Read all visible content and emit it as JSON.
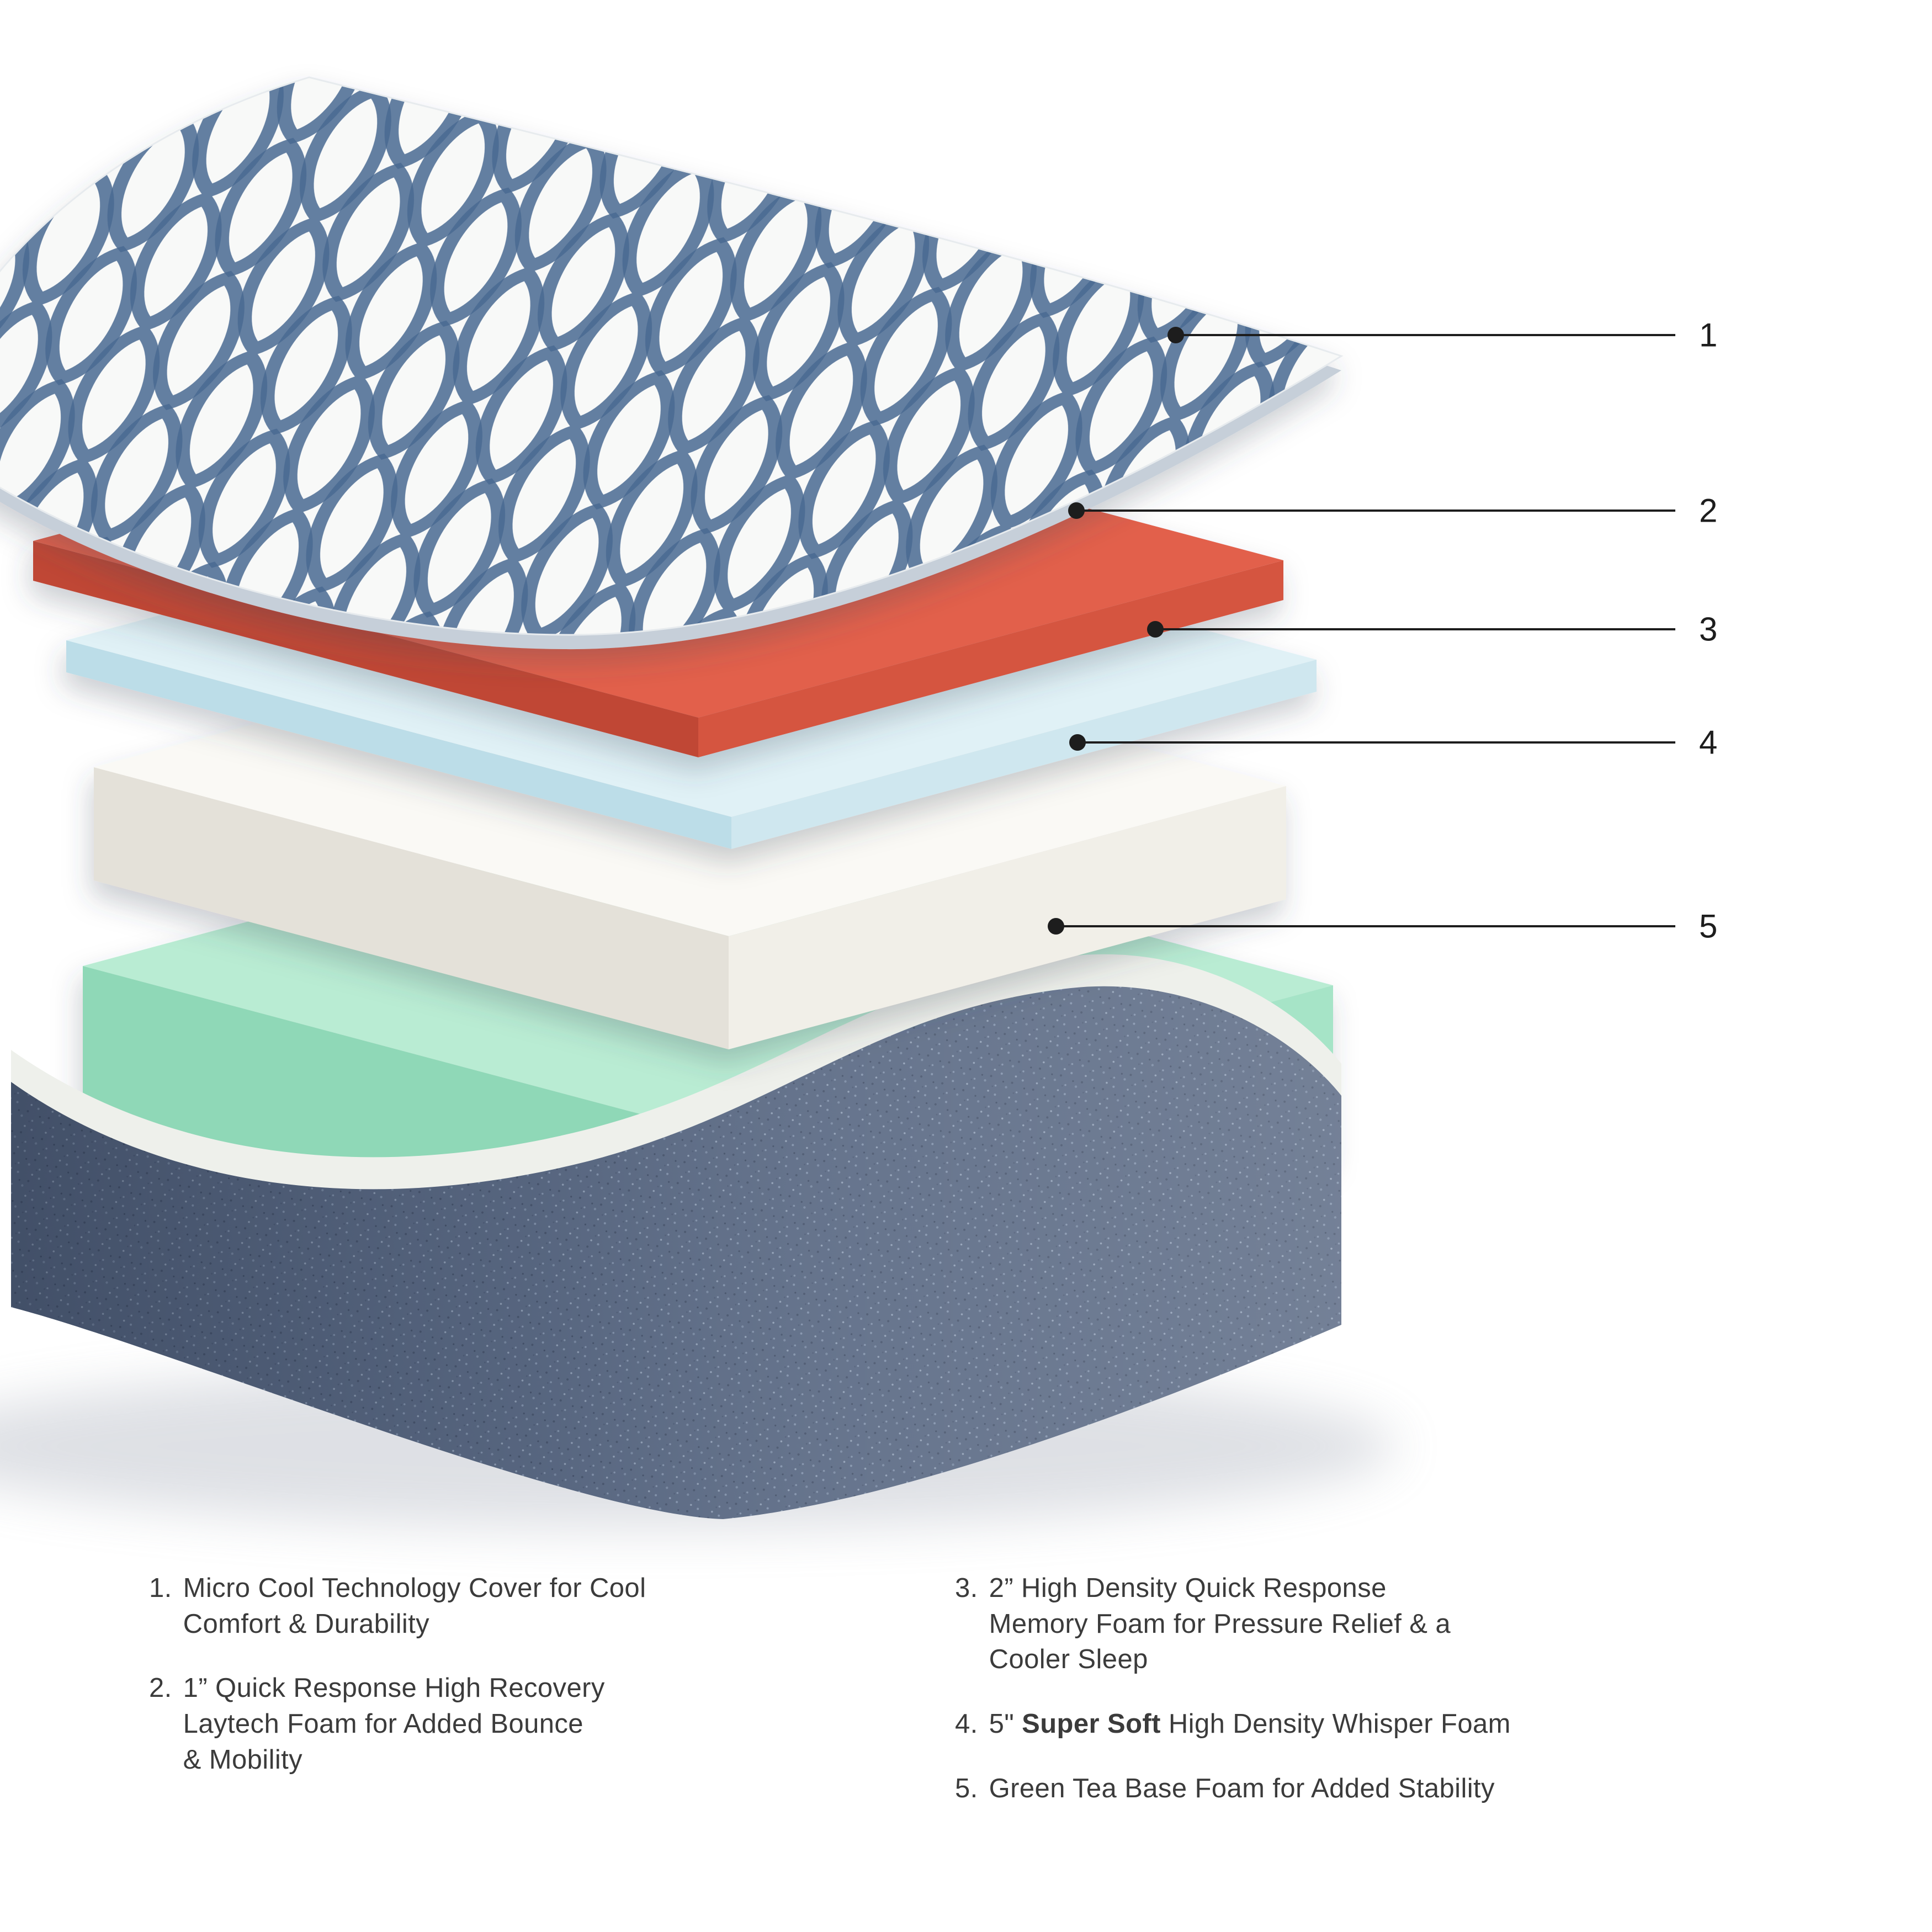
{
  "page": {
    "background": "#ffffff",
    "description": "Exploded cutaway diagram of a five-layer mattress with numbered callouts"
  },
  "diagram": {
    "type": "exploded-mattress-layers",
    "callouts": [
      {
        "number": "1"
      },
      {
        "number": "2"
      },
      {
        "number": "3"
      },
      {
        "number": "4"
      },
      {
        "number": "5"
      }
    ],
    "layers": [
      {
        "number": "1",
        "name": "Micro Cool Technology Cover"
      },
      {
        "number": "2",
        "name": "Quick Response High Recovery Laytech Foam"
      },
      {
        "number": "3",
        "name": "High Density Quick Response Memory Foam"
      },
      {
        "number": "4",
        "name": "Super Soft High Density Whisper Foam"
      },
      {
        "number": "5",
        "name": "Green Tea Base Foam"
      }
    ],
    "colors": {
      "cover_pattern_blue": "#4a6a92",
      "cover_white": "#f8f9f8",
      "laytech_red": "#e2614b",
      "memory_foam_blue": "#e0f1f6",
      "whisper_foam_white": "#faf9f5",
      "green_tea_foam": "#b9ecd3",
      "base_denim": "#5d6c86",
      "base_liner_white": "#eef0eb",
      "callout_black": "#1d1d1d",
      "legend_text_gray": "#3b3b3b"
    }
  },
  "legend": {
    "items_left": [
      {
        "number": "1.",
        "text": "Micro Cool Technology Cover for Cool\nComfort & Durability"
      },
      {
        "number": "2.",
        "text": "1” Quick Response High Recovery\nLaytech Foam for Added Bounce\n& Mobility"
      }
    ],
    "items_right": [
      {
        "number": "3.",
        "text": "2” High Density Quick Response\nMemory Foam for Pressure Relief & a\nCooler Sleep"
      },
      {
        "number": "4.",
        "text_pre": "5\" ",
        "text_bold": "Super Soft",
        "text_post": " High Density Whisper Foam"
      },
      {
        "number": "5.",
        "text": "Green Tea Base Foam for Added Stability"
      }
    ]
  }
}
